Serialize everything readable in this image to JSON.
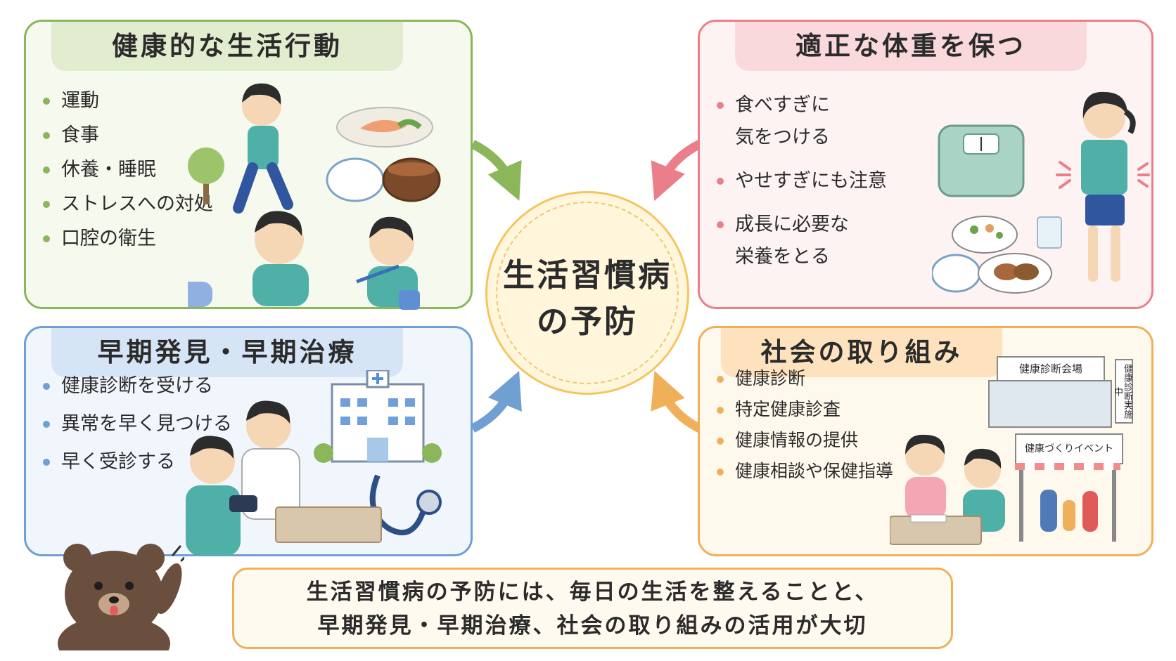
{
  "center": {
    "title": "生活習慣病\nの予防"
  },
  "panels": {
    "healthy_habits": {
      "title": "健康的な生活行動",
      "items": [
        "運動",
        "食事",
        "休養・睡眠",
        "ストレスへの対処",
        "口腔の衛生"
      ]
    },
    "weight": {
      "title": "適正な体重を保つ",
      "items": [
        "食べすぎに\n気をつける",
        "やせすぎにも注意",
        "成長に必要な\n栄養をとる"
      ]
    },
    "early": {
      "title": "早期発見・早期治療",
      "items": [
        "健康診断を受ける",
        "異常を早く見つける",
        "早く受診する"
      ]
    },
    "society": {
      "title": "社会の取り組み",
      "items": [
        "健康診断",
        "特定健康診査",
        "健康情報の提供",
        "健康相談や保健指導"
      ],
      "venue_sign": "健康診断会場",
      "venue_banner": "健康診断実施中",
      "event_sign": "健康づくりイベント"
    }
  },
  "summary": {
    "line1": "生活習慣病の予防には、毎日の生活を整えることと、",
    "line2": "早期発見・早期治療、社会の取り組みの活用が大切"
  },
  "colors": {
    "green": "#8cb65a",
    "pink": "#ea7f8a",
    "blue": "#6f9fd3",
    "orange": "#f0b059"
  },
  "icons": [
    "runner-illustration",
    "meal-illustration",
    "sleeping-child-illustration",
    "toothbrush-illustration",
    "scale-illustration",
    "standing-girl-illustration",
    "hospital-illustration",
    "stethoscope-illustration",
    "doctor-illustration",
    "venue-illustration",
    "consultation-illustration",
    "event-tent-illustration",
    "bear-mascot"
  ]
}
